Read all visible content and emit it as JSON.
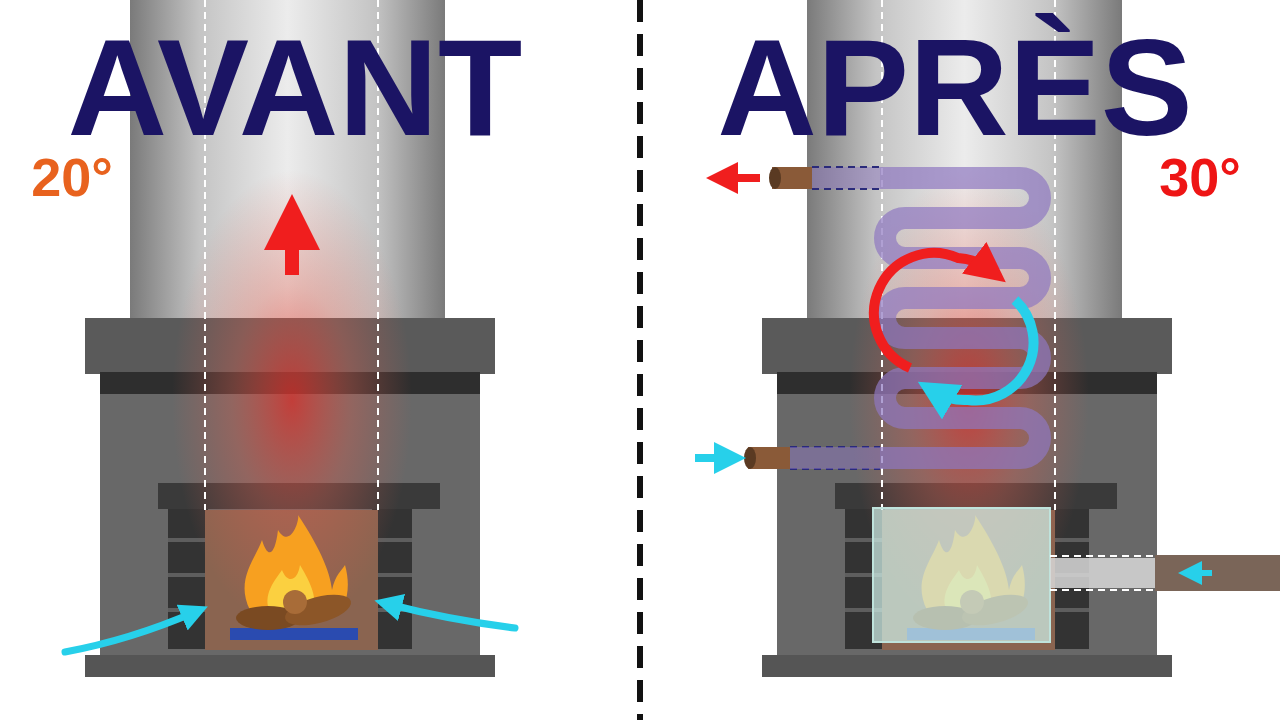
{
  "diagram": {
    "labels": [
      "AVANT",
      "20°",
      "APRÈS",
      "30°"
    ]
  }
}
